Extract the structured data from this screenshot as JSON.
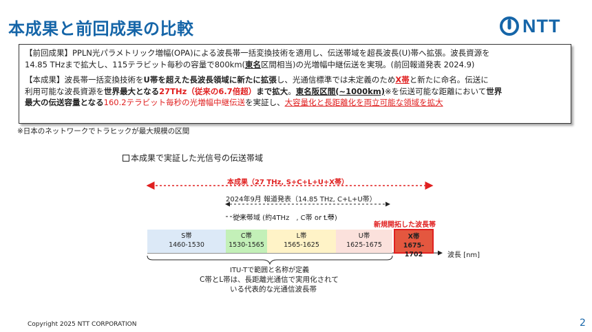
{
  "slide": {
    "title": "本成果と前回成果の比較",
    "logo_text": "NTT",
    "note": "※日本のネットワークでトラヒックが最大規模の区間",
    "subtitle": "本成果で実証した光信号の伝送帯域",
    "copyright": "Copyright 2025 NTT CORPORATION",
    "page_number": "2"
  },
  "summary": {
    "previous": {
      "p1": "【前回成果】PPLN光パラメトリック増幅(OPA)による波長帯一括変換技術を適用し、伝送帯域を超長波長(U)帯へ拡張。波長資源を",
      "p2": "14.85 THzまで拡大し、115テラビット毎秒の容量で800km(",
      "p3": "東名",
      "p4": "区間相当)の光増幅中継伝送を実現。(前回報道発表 2024.9)"
    },
    "current": {
      "s1": "【本成果】波長帯一括変換技術を",
      "s2": "U帯を超えた長波長領域に新たに拡張",
      "s3": "し、光通信標準では未定義のため",
      "s4": "X帯",
      "s5": "と新たに命名。伝送に",
      "s6": "利用可能な波長資源を",
      "s7": "世界最大となる",
      "s8": "27THz（従来の6.7倍超）",
      "s9": "まで拡大",
      "s10": "。",
      "s11": "東名阪区間(~1000km)",
      "s12": "※を伝送可能な距離において",
      "s13": "世界",
      "s14": "最大の伝送容量となる",
      "s15": "160.2テラビット毎秒の光増幅中継伝送",
      "s16": "を実証し、",
      "s17": "大容量化と長距離化を両立可能な領域を拡大"
    }
  },
  "diagram": {
    "this_result_label": "本成果（27 THz, S+C+L+U+X帯）",
    "prev_label": "2024年9月 報道発表（14.85 THz, C+L+U帯）",
    "conventional_label": "従来帯域 (約4THz　, C帯 or L帯)",
    "new_band_label": "新規開拓した波長帯",
    "axis_label": "波長 [nm]",
    "itu_line1": "ITU-Tで範囲と名称が定義",
    "itu_line2": "C帯とL帯は、長距離光通信で実用化されて",
    "itu_line3": "いる代表的な光通信波長帯",
    "bands": [
      {
        "name": "S帯",
        "range": "1460-1530",
        "color": "#dce9f7"
      },
      {
        "name": "C帯",
        "range": "1530-1565",
        "color": "#c3f0b8"
      },
      {
        "name": "L帯",
        "range": "1565-1625",
        "color": "#fff3c7"
      },
      {
        "name": "U帯",
        "range": "1625-1675",
        "color": "#fbe1dc"
      },
      {
        "name": "X帯",
        "range": "1675-1702",
        "color": "#e4573f"
      }
    ],
    "colors": {
      "title": "#1565a8",
      "accent_red": "#e02020"
    }
  }
}
